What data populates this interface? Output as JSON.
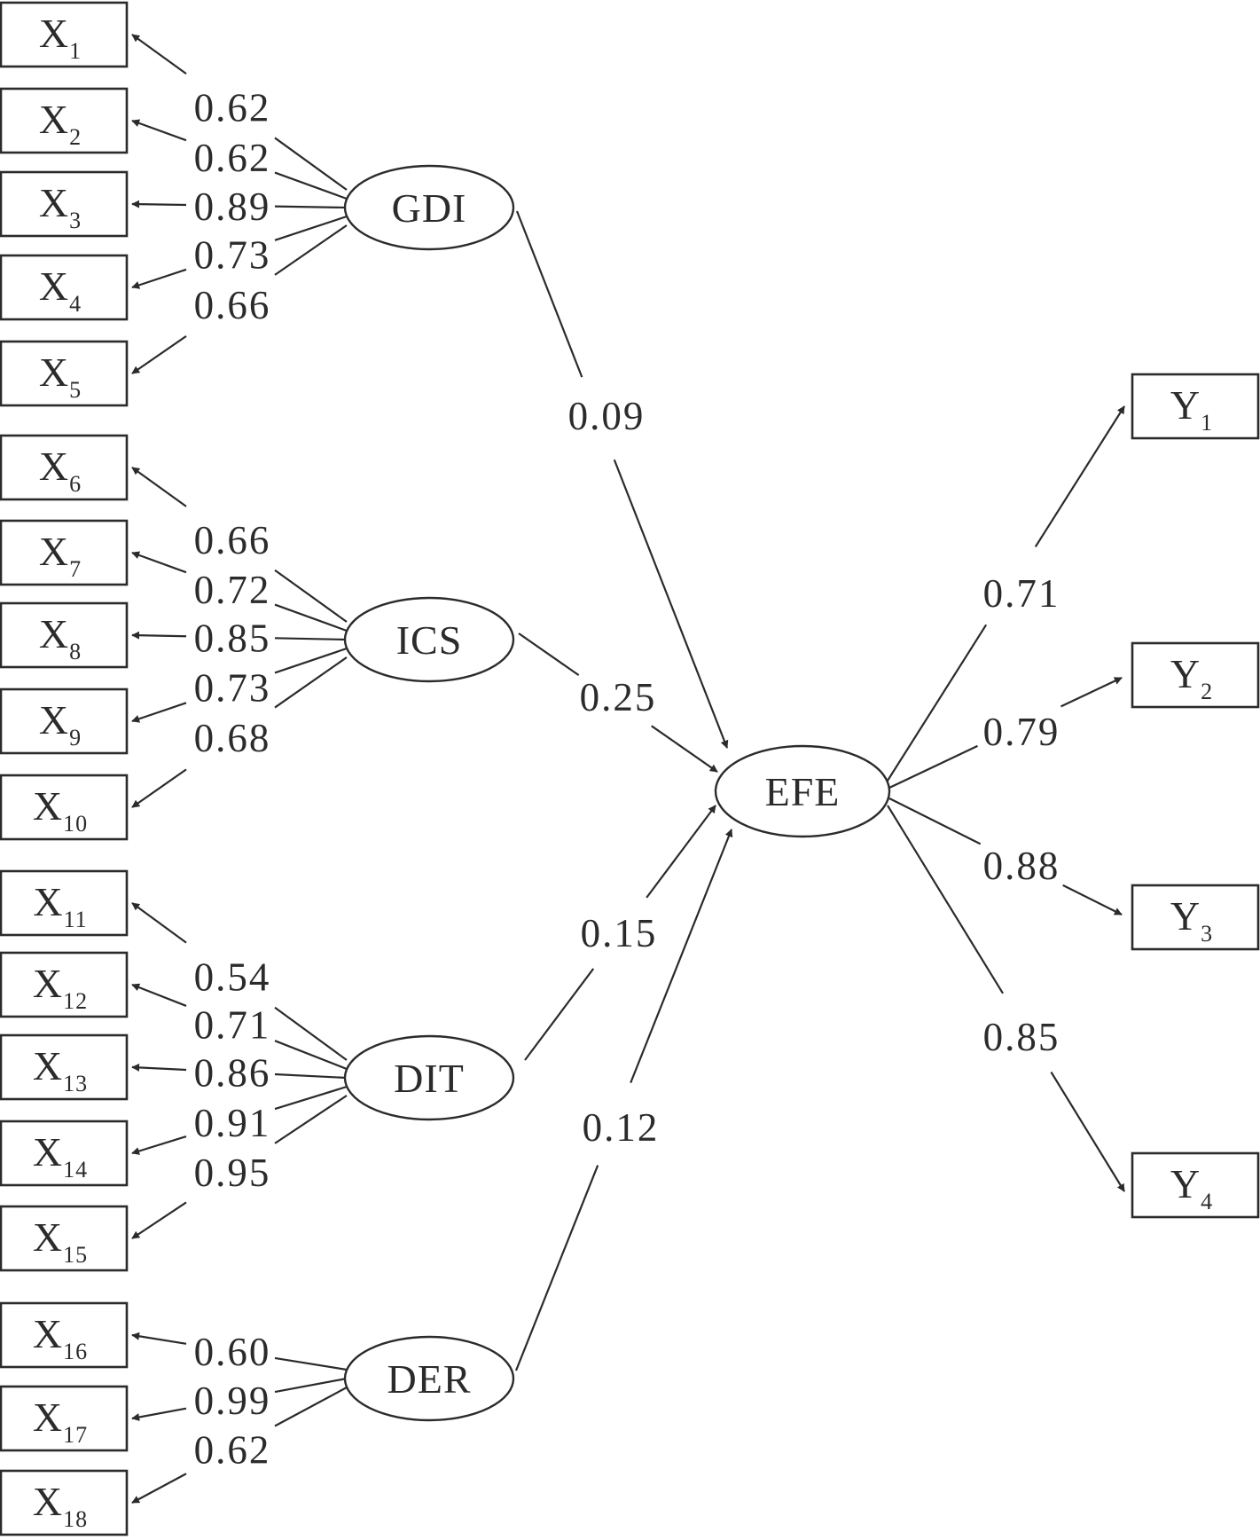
{
  "latent": {
    "GDI": "GDI",
    "ICS": "ICS",
    "DIT": "DIT",
    "DER": "DER",
    "EFE": "EFE"
  },
  "indicators": {
    "x": [
      {
        "letter": "X",
        "sub": "1"
      },
      {
        "letter": "X",
        "sub": "2"
      },
      {
        "letter": "X",
        "sub": "3"
      },
      {
        "letter": "X",
        "sub": "4"
      },
      {
        "letter": "X",
        "sub": "5"
      },
      {
        "letter": "X",
        "sub": "6"
      },
      {
        "letter": "X",
        "sub": "7"
      },
      {
        "letter": "X",
        "sub": "8"
      },
      {
        "letter": "X",
        "sub": "9"
      },
      {
        "letter": "X",
        "sub": "10"
      },
      {
        "letter": "X",
        "sub": "11"
      },
      {
        "letter": "X",
        "sub": "12"
      },
      {
        "letter": "X",
        "sub": "13"
      },
      {
        "letter": "X",
        "sub": "14"
      },
      {
        "letter": "X",
        "sub": "15"
      },
      {
        "letter": "X",
        "sub": "16"
      },
      {
        "letter": "X",
        "sub": "17"
      },
      {
        "letter": "X",
        "sub": "18"
      }
    ],
    "y": [
      {
        "letter": "Y",
        "sub": "1"
      },
      {
        "letter": "Y",
        "sub": "2"
      },
      {
        "letter": "Y",
        "sub": "3"
      },
      {
        "letter": "Y",
        "sub": "4"
      }
    ]
  },
  "loadings": {
    "x": [
      "0.62",
      "0.62",
      "0.89",
      "0.73",
      "0.66",
      "0.66",
      "0.72",
      "0.85",
      "0.73",
      "0.68",
      "0.54",
      "0.71",
      "0.86",
      "0.91",
      "0.95",
      "0.60",
      "0.99",
      "0.62"
    ],
    "y": [
      "0.71",
      "0.79",
      "0.88",
      "0.85"
    ]
  },
  "paths": {
    "GDI_EFE": "0.09",
    "ICS_EFE": "0.25",
    "DIT_EFE": "0.15",
    "DER_EFE": "0.12"
  }
}
